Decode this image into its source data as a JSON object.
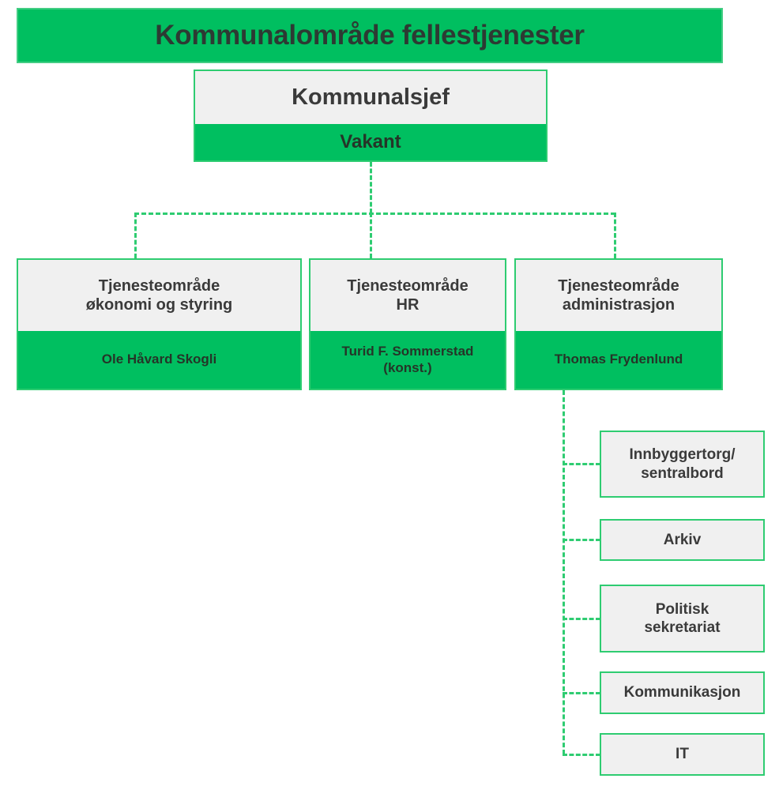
{
  "chart": {
    "title": "Kommunalområde fellestjenester",
    "colors": {
      "green_fill": "#00BF60",
      "green_border": "#2ECC71",
      "gray_fill": "#F0F0F0",
      "text_dark": "#3A3A3A",
      "background": "#FFFFFF"
    },
    "root": {
      "label": "Kommunalområde fellestjenester"
    },
    "chief": {
      "title": "Kommunalsjef",
      "person": "Vakant"
    },
    "areas": [
      {
        "title": "Tjenesteområde\nøkonomi og styring",
        "title_line1": "Tjenesteområde",
        "title_line2": "økonomi og styring",
        "person": "Ole Håvard Skogli"
      },
      {
        "title": "Tjenesteområde\nHR",
        "title_line1": "Tjenesteområde",
        "title_line2": "HR",
        "person_line1": "Turid F. Sommerstad",
        "person_line2": "(konst.)",
        "person": "Turid F. Sommerstad (konst.)"
      },
      {
        "title": "Tjenesteområde\nadministrasjon",
        "title_line1": "Tjenesteområde",
        "title_line2": "administrasjon",
        "person": "Thomas Frydenlund"
      }
    ],
    "units": [
      {
        "label_line1": "Innbyggertorg/",
        "label_line2": "sentralbord",
        "label": "Innbyggertorg/ sentralbord"
      },
      {
        "label_line1": "Arkiv",
        "label_line2": "",
        "label": "Arkiv"
      },
      {
        "label_line1": "Politisk",
        "label_line2": "sekretariat",
        "label": "Politisk sekretariat"
      },
      {
        "label_line1": "Kommunikasjon",
        "label_line2": "",
        "label": "Kommunikasjon"
      },
      {
        "label_line1": "IT",
        "label_line2": "",
        "label": "IT"
      }
    ]
  }
}
